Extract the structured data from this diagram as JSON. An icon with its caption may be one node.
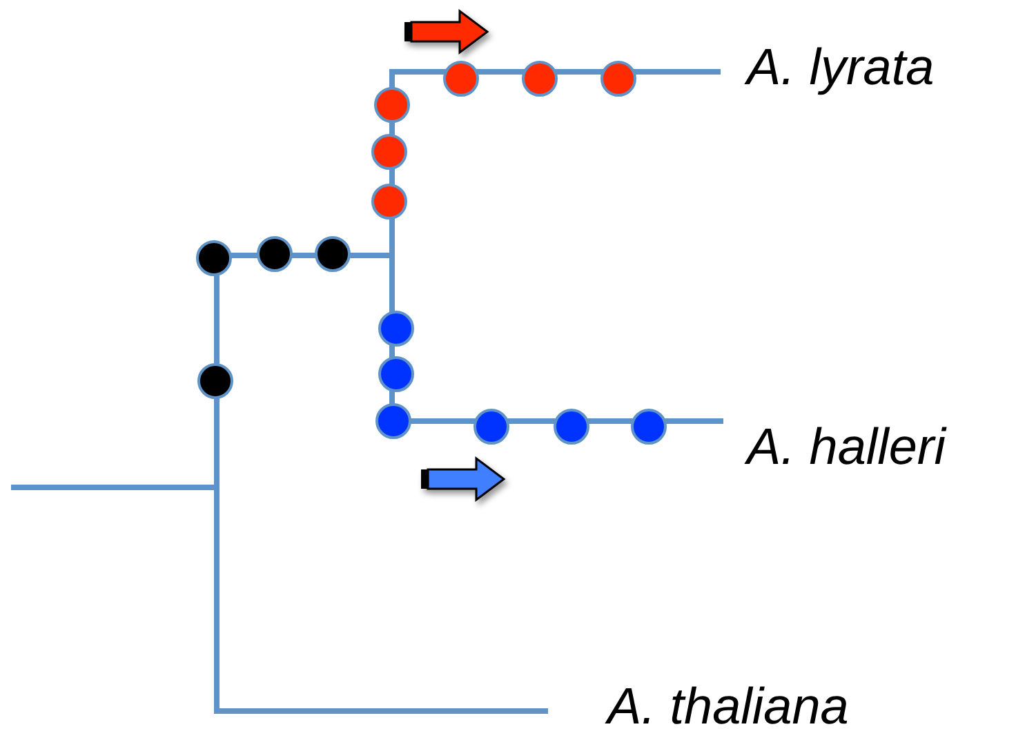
{
  "diagram": {
    "labels": [
      "A. lyrata",
      "A. halleri",
      "A. thaliana"
    ]
  }
}
